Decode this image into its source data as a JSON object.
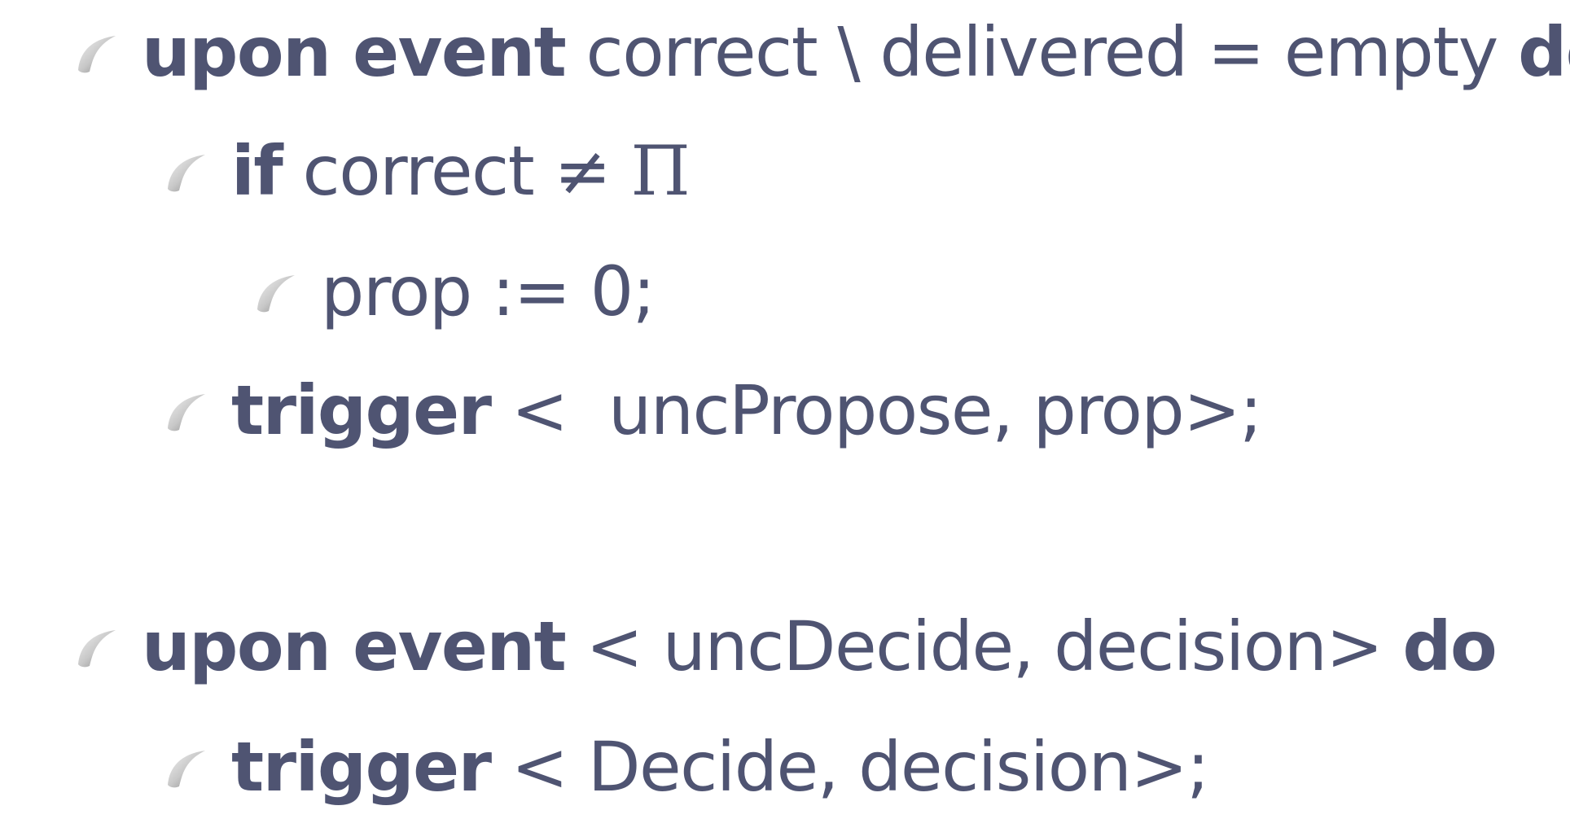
{
  "bullet_icon": "curved-swoosh-bullet",
  "colors": {
    "text": "#4f5472",
    "bullet_light": "#e6e6e6",
    "bullet_dark": "#8c8c8c"
  },
  "lines": [
    {
      "kw1": "upon event",
      "text": " correct \\ delivered = empty ",
      "kw2": "do"
    },
    {
      "kw1": "if",
      "text": " correct ≠ ",
      "symbol": "Π"
    },
    {
      "text": "prop := 0;"
    },
    {
      "kw1": "trigger",
      "text": " <  uncPropose, prop>;"
    },
    {
      "kw1": "upon event",
      "text": " < uncDecide, decision> ",
      "kw2": "do"
    },
    {
      "kw1": "trigger",
      "text": " < Decide, decision>;"
    }
  ]
}
